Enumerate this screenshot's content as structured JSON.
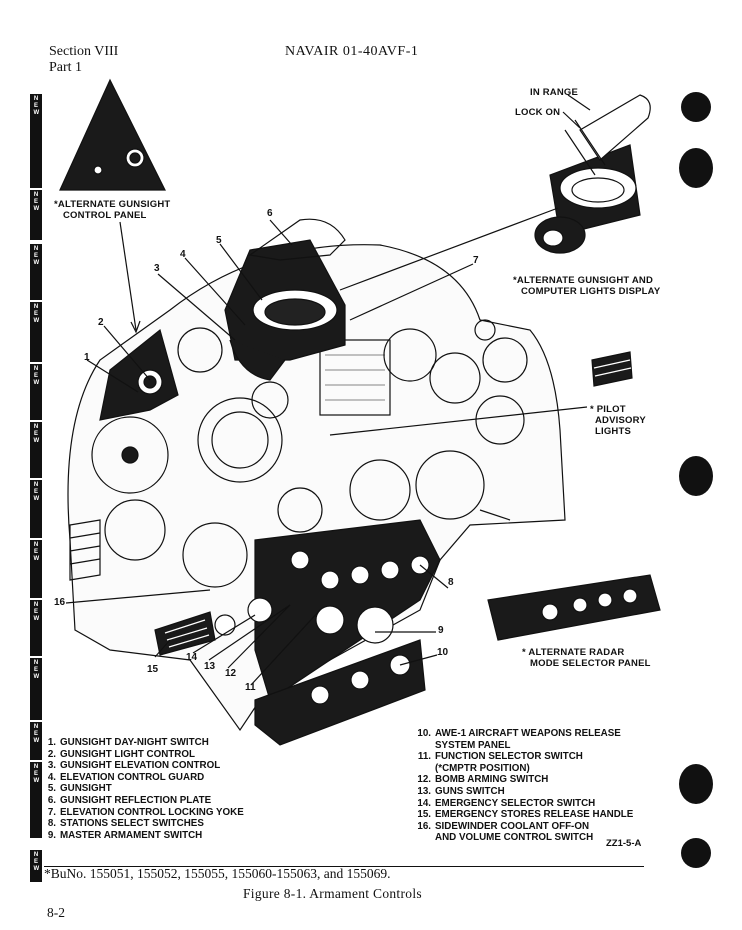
{
  "header": {
    "section": "Section VIII",
    "part": "Part 1",
    "doc_number": "NAVAIR 01-40AVF-1"
  },
  "callouts": {
    "alt_gunsight_panel": [
      "*ALTERNATE GUNSIGHT",
      "CONTROL PANEL"
    ],
    "in_range": "IN RANGE",
    "lock_on": "LOCK ON",
    "alt_gunsight_computer": [
      "*ALTERNATE GUNSIGHT AND",
      "COMPUTER LIGHTS DISPLAY"
    ],
    "pilot_advisory": [
      "* PILOT",
      "ADVISORY",
      "LIGHTS"
    ],
    "alt_radar_panel": [
      "* ALTERNATE RADAR",
      "MODE SELECTOR PANEL"
    ],
    "numbers": [
      "1",
      "2",
      "3",
      "4",
      "5",
      "6",
      "7",
      "8",
      "9",
      "10",
      "11",
      "12",
      "13",
      "14",
      "15",
      "16"
    ]
  },
  "legend_left": [
    {
      "n": "1.",
      "text": "GUNSIGHT DAY-NIGHT SWITCH"
    },
    {
      "n": "2.",
      "text": "GUNSIGHT LIGHT CONTROL"
    },
    {
      "n": "3.",
      "text": "GUNSIGHT ELEVATION CONTROL"
    },
    {
      "n": "4.",
      "text": "ELEVATION CONTROL GUARD"
    },
    {
      "n": "5.",
      "text": "GUNSIGHT"
    },
    {
      "n": "6.",
      "text": "GUNSIGHT REFLECTION PLATE"
    },
    {
      "n": "7.",
      "text": "ELEVATION CONTROL LOCKING YOKE"
    },
    {
      "n": "8.",
      "text": "STATIONS SELECT SWITCHES"
    },
    {
      "n": "9.",
      "text": "MASTER ARMAMENT SWITCH"
    }
  ],
  "legend_right": [
    {
      "n": "10.",
      "text": "AWE-1 AIRCRAFT WEAPONS RELEASE",
      "cont": "SYSTEM PANEL"
    },
    {
      "n": "11.",
      "text": "FUNCTION SELECTOR SWITCH",
      "cont": "(*CMPTR POSITION)"
    },
    {
      "n": "12.",
      "text": "BOMB ARMING SWITCH"
    },
    {
      "n": "13.",
      "text": "GUNS SWITCH"
    },
    {
      "n": "14.",
      "text": "EMERGENCY SELECTOR SWITCH"
    },
    {
      "n": "15.",
      "text": "EMERGENCY STORES RELEASE HANDLE"
    },
    {
      "n": "16.",
      "text": "SIDEWINDER COOLANT OFF-ON",
      "cont": "AND VOLUME CONTROL SWITCH"
    }
  ],
  "figure_code": "ZZ1-5-A",
  "footnote": "*BuNo. 155051, 155052, 155055, 155060-155063, and 155069.",
  "caption": "Figure 8-1.  Armament Controls",
  "page_number": "8-2",
  "change_bar_text": "NEW"
}
